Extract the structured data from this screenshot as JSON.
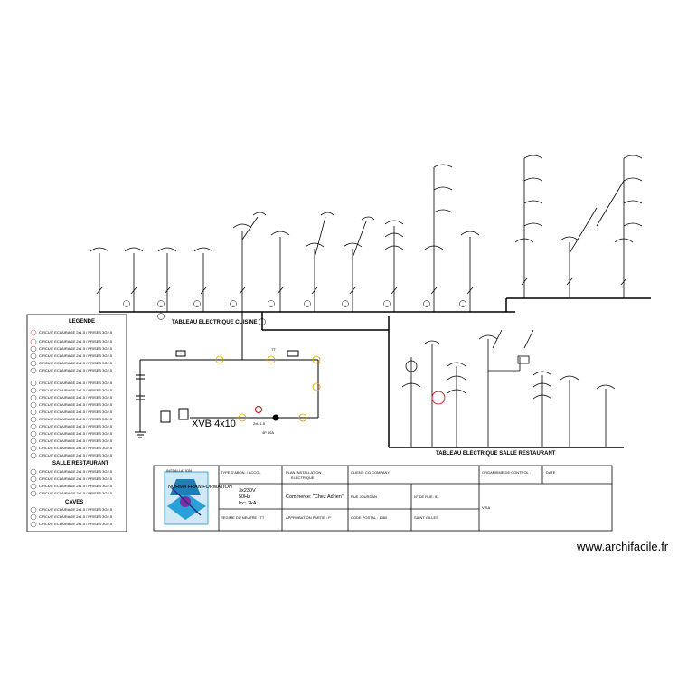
{
  "diagram": {
    "tableau_cuisine": "TABLEAU ELECTRIQUE CUISINE",
    "tableau_salle": "TABLEAU ELECTRIQUE SALLE RESTAURANT",
    "cable_label": "XVB 4x10",
    "kitchen_circuit_text": "2xL 1.5",
    "breaker_label": "4P 40A",
    "earth_label": "TT",
    "watermark": "www.archifacile.fr"
  },
  "legend": {
    "title": "LEGENDE",
    "section_salle": "SALLE RESTAURANT",
    "section_caves": "CAVES",
    "line_text": "CIRCUIT ECLAIRAGE 2x1.5 / PRISES 3G2.5"
  },
  "cartouche": {
    "logo_caption": "INSTALLATION",
    "logo_title": "NORMA FRAN FORMATION",
    "type_label": "TYPE D'ABON. / ACCOL",
    "voltage": "3x230V",
    "freq": "50Hz",
    "icc": "Icc: 2kA",
    "regime": "REGIME DU NEUTRE : TT",
    "plan_label": "PLAN INSTALLATION",
    "plan_sub": "ELECTRIQUE",
    "client_label": "CLIENT: CO COMPANY",
    "commerce": "Commerce: \"Chez Adrien\"",
    "rue": "RUE JOURDAN",
    "codepostal": "CODE POSTAL : 1060",
    "numero": "N° DE RUE: 93",
    "saint_gilles": "SAINT GILLES",
    "organisme": "ORGANISME DE CONTROL :",
    "date_label": "DATE",
    "visa": "VISA",
    "approbation": "APPROBATION PARTIE : P"
  }
}
